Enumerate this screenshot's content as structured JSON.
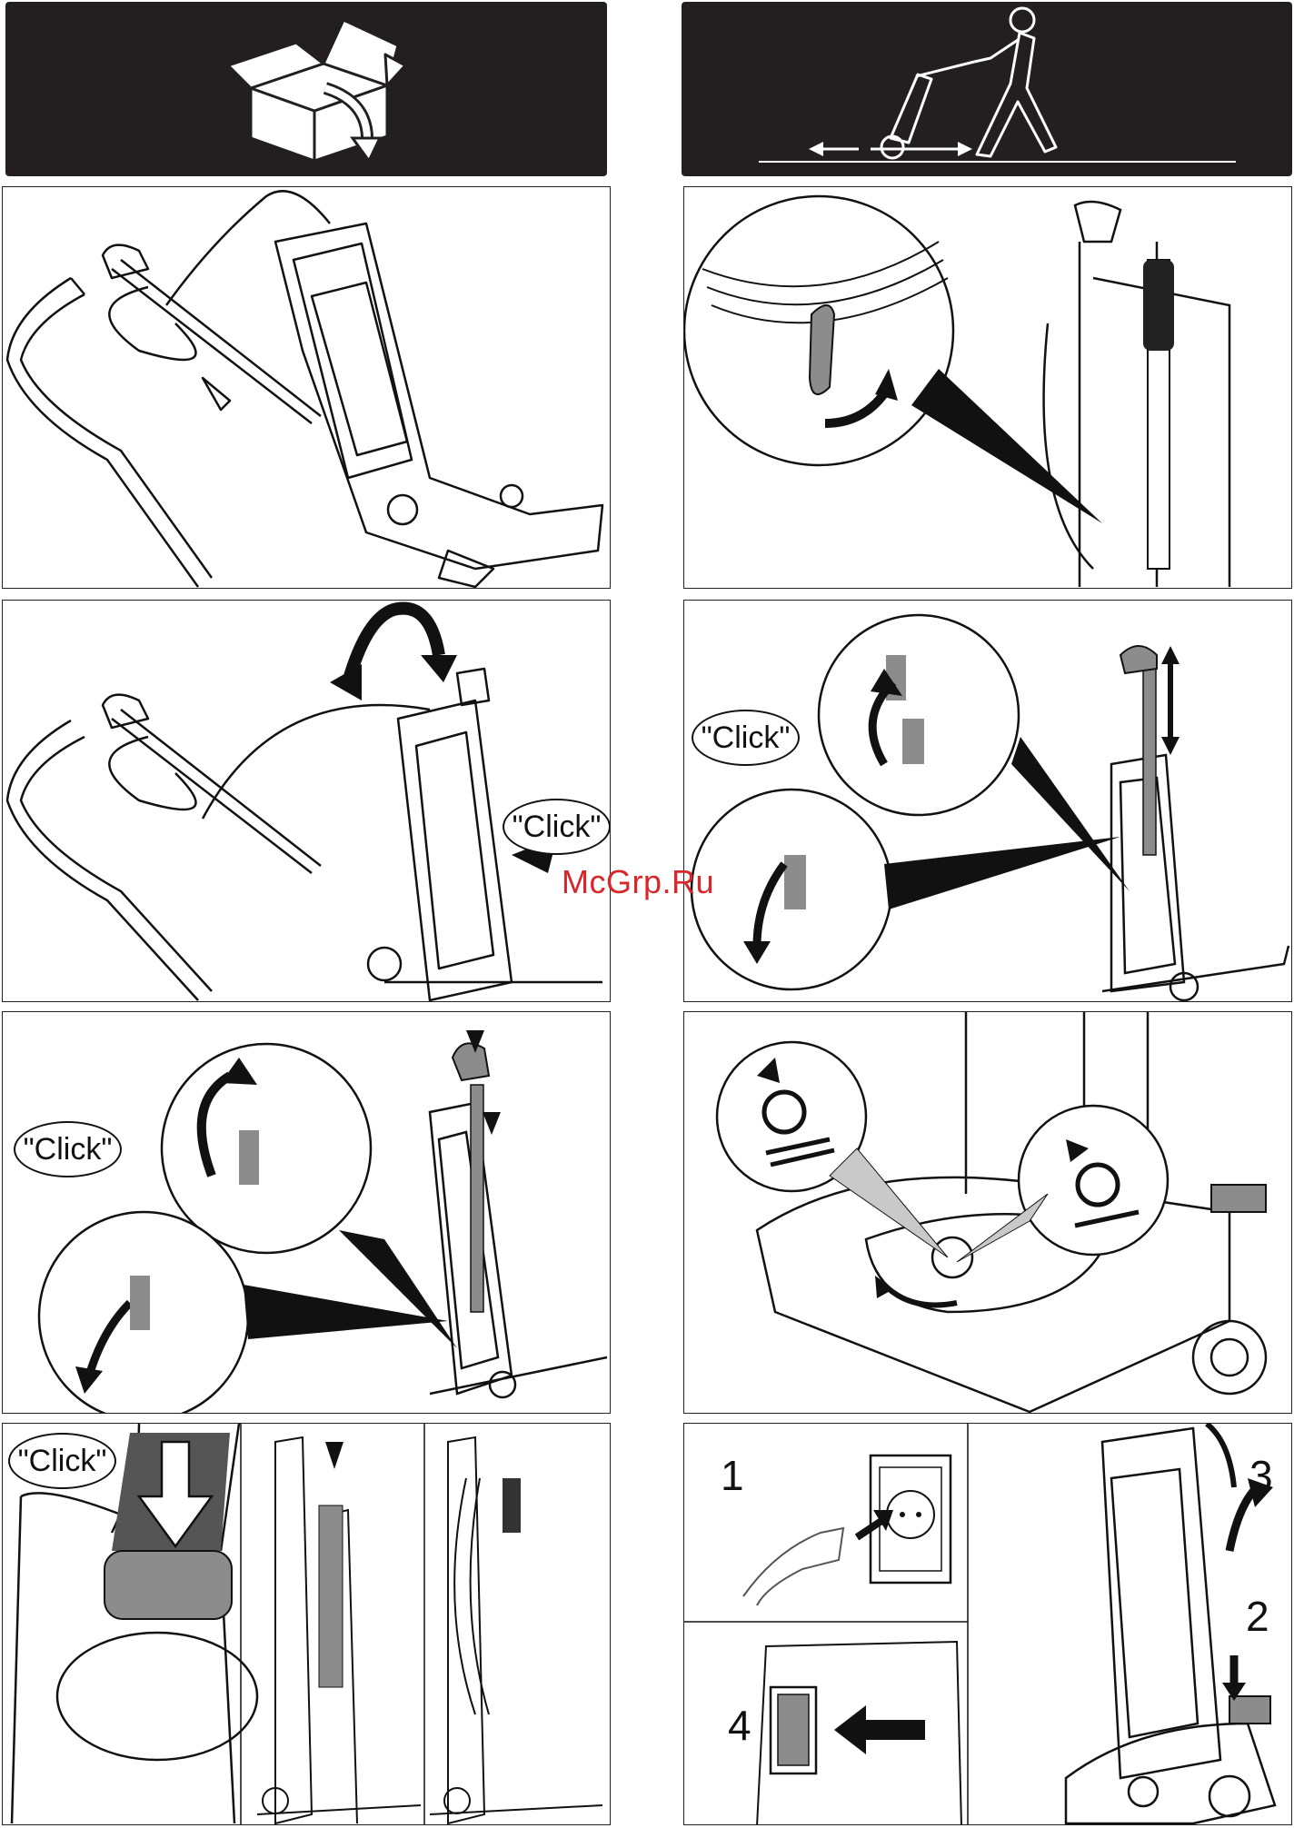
{
  "labels": {
    "click": "\"Click\""
  },
  "steps": [
    "1",
    "2",
    "3",
    "4"
  ],
  "watermark": "McGrp.Ru",
  "icons": {
    "unpack": "open-box-icon",
    "usage": "person-vacuuming-icon"
  },
  "colors": {
    "header_bg": "#231f20",
    "line": "#111111",
    "gray_part": "#8c8c8c",
    "watermark": "#d9262b"
  }
}
